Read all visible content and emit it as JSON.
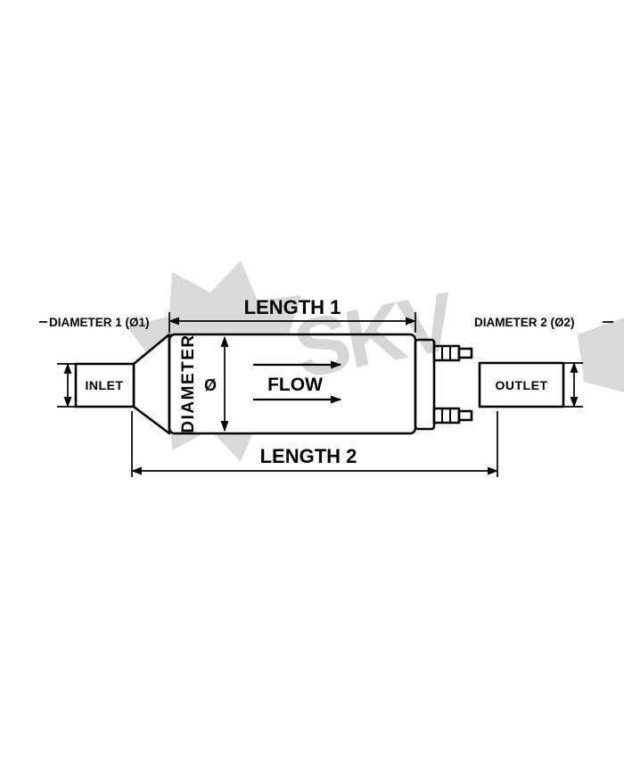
{
  "watermark": {
    "text": "SKV",
    "color": "#d9d9d9"
  },
  "labels": {
    "length1": "LENGTH 1",
    "length2": "LENGTH 2",
    "diameter1": "DIAMETER 1 (Ø1)",
    "diameter2": "DIAMETER 2 (Ø2)",
    "body_diameter": "DIAMETER",
    "diameter_symbol": "Ø",
    "flow": "FLOW",
    "inlet": "INLET",
    "outlet": "OUTLET"
  },
  "colors": {
    "line": "#000000",
    "background": "#ffffff",
    "watermark": "#d9d9d9"
  }
}
